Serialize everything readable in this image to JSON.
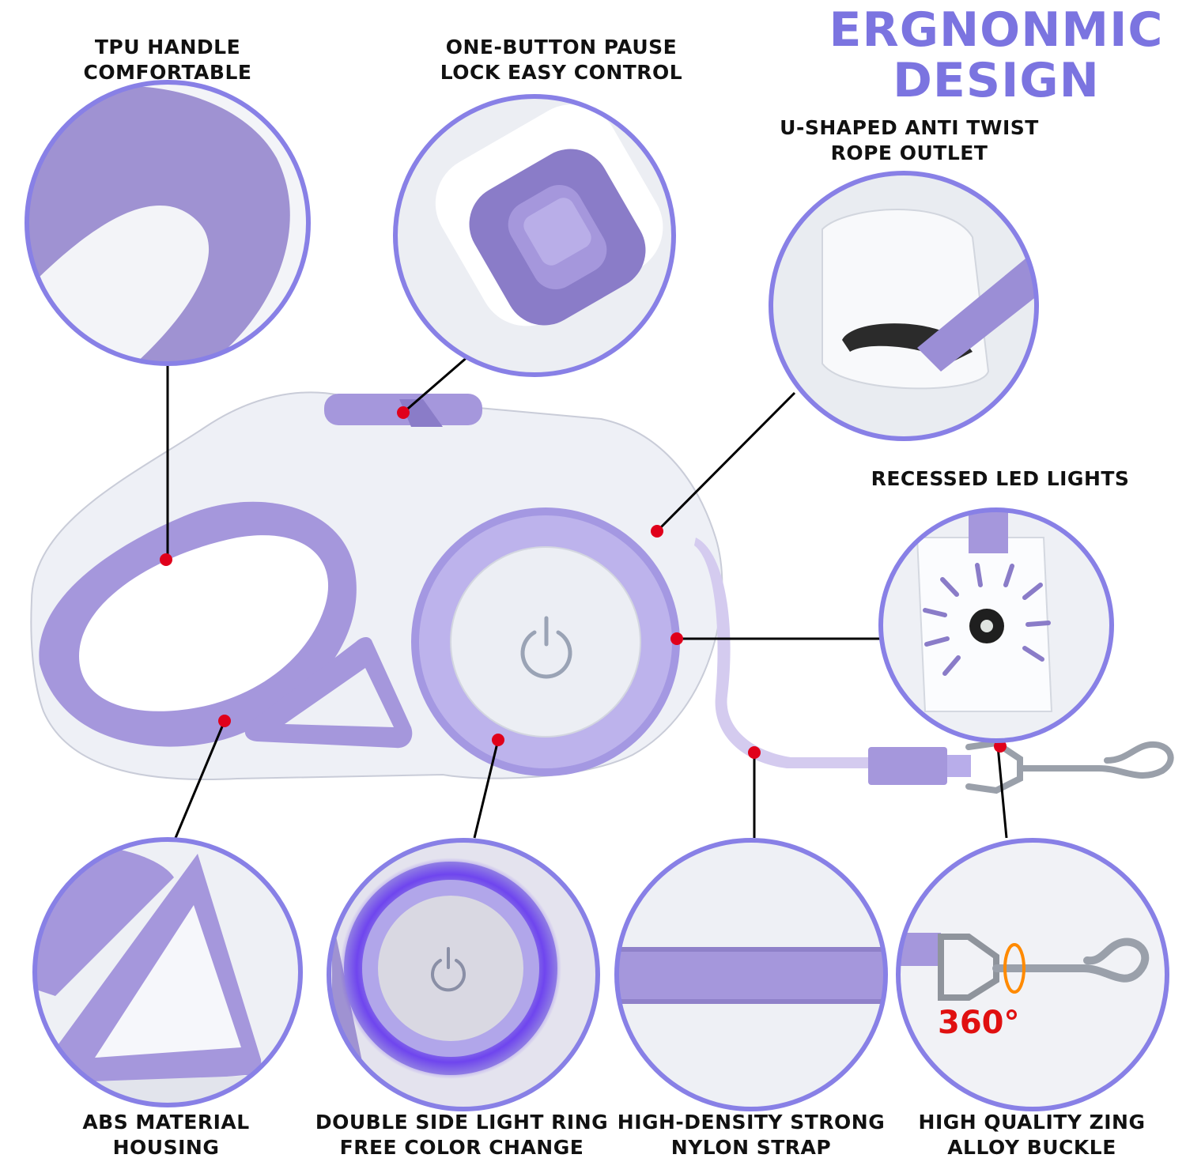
{
  "colors": {
    "accent": "#8880e6",
    "title": "#7b74e0",
    "purple": "#9f8ed4",
    "purple_dark": "#7a6ab6",
    "body_white": "#eef0f6",
    "marker_red": "#e0001b",
    "callout_red": "#e01010"
  },
  "title": {
    "line1": "ERGNONMIC",
    "line2": "DESIGN"
  },
  "labels": {
    "tpu_handle": {
      "line1": "TPU HANDLE",
      "line2": "COMFORTABLE"
    },
    "pause_lock": {
      "line1": "ONE-BUTTON PAUSE",
      "line2": "LOCK EASY CONTROL"
    },
    "rope_outlet": {
      "line1": "U-SHAPED ANTI TWIST",
      "line2": "ROPE OUTLET"
    },
    "led_lights": {
      "line1": "RECESSED LED LIGHTS"
    },
    "abs_housing": {
      "line1": "ABS MATERIAL",
      "line2": "HOUSING"
    },
    "light_ring": {
      "line1": "DOUBLE SIDE LIGHT RING",
      "line2": "FREE COLOR CHANGE"
    },
    "nylon_strap": {
      "line1": "HIGH-DENSITY STRONG",
      "line2": "NYLON STRAP"
    },
    "alloy_buckle": {
      "line1": "HIGH QUALITY ZING",
      "line2": "ALLOY BUCKLE"
    }
  },
  "rotation_callout": "360°",
  "icons": [
    "power-icon",
    "swivel-arrow-icon",
    "led-rays-icon"
  ]
}
